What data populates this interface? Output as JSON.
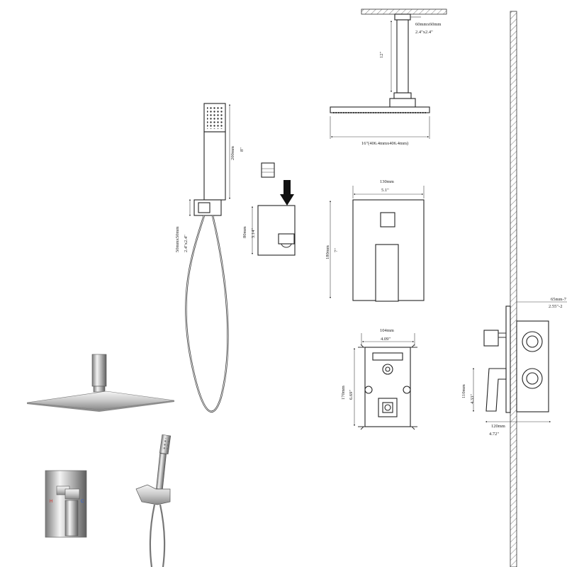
{
  "dimensions": {
    "flange": "60mmx60mm",
    "flange_in": "2.4\"x2.4\"",
    "arm_length": "12\"",
    "head_width": "16\"(406.4mmx406.4mm)",
    "handheld_height_mm": "200mm",
    "handheld_height_in": "8\"",
    "elbow_size": "50mmx50mm",
    "elbow_size_in": "2.4\"x2.4\"",
    "holder_mm": "80mm",
    "holder_in": "3.14\"",
    "plate_width_mm": "130mm",
    "plate_width_in": "5.1\"",
    "plate_height_mm": "180mm",
    "plate_height_in": "7\"",
    "valve_width_mm": "104mm",
    "valve_width_in": "4.09\"",
    "valve_height_mm": "170mm",
    "valve_height_in": "6.69\"",
    "wall_depth_mm": "65mm-7",
    "wall_depth_in": "2.55\"-2",
    "side_height_mm": "110mm",
    "side_height_in": "4.33\"",
    "side_width_mm": "120mm",
    "side_width_in": "4.72\""
  },
  "photo_labels": {
    "hot": "H",
    "cold": "C"
  },
  "colors": {
    "line": "#333333",
    "arrow": "#111111",
    "chrome_light": "#e8e8e8",
    "chrome_dark": "#6a6a6a",
    "hot": "#d9302a",
    "cold": "#2a5fd9"
  }
}
